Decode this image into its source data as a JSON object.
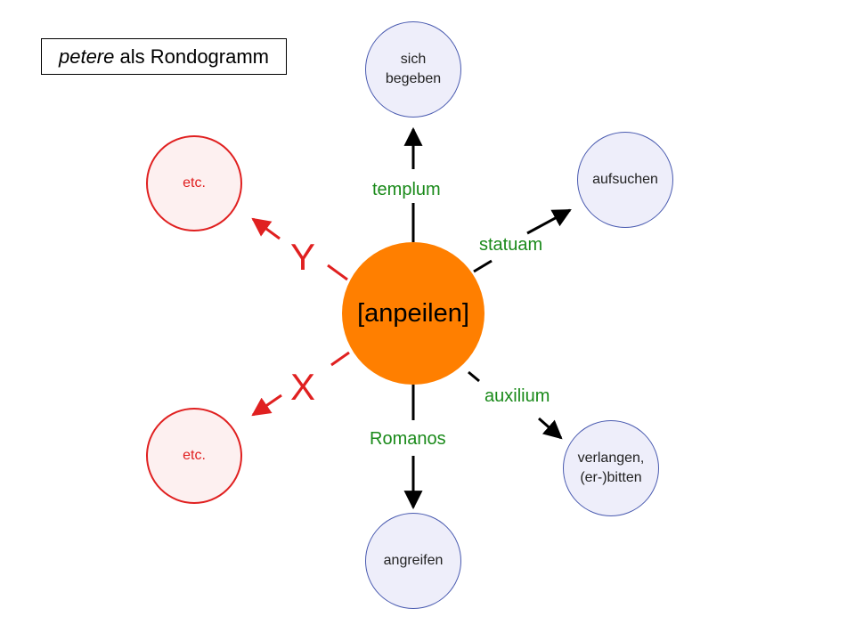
{
  "title": {
    "italic": "petere",
    "rest": " als Rondogramm"
  },
  "center": {
    "label": "[anpeilen]"
  },
  "objects": {
    "templum": "templum",
    "statuam": "statuam",
    "auxilium": "auxilium",
    "Romanos": "Romanos",
    "X": "X",
    "Y": "Y"
  },
  "meanings": {
    "top": {
      "line1": "sich",
      "line2": "begeben"
    },
    "upper_right": {
      "line1": "aufsuchen"
    },
    "lower_right": {
      "line1": "verlangen,",
      "line2": "(er-)bitten"
    },
    "bottom": {
      "line1": "angreifen"
    },
    "upper_left": {
      "line1": "etc."
    },
    "lower_left": {
      "line1": "etc."
    }
  },
  "colors": {
    "center": "#ff7f00",
    "object_label": "#1a8a1a",
    "other_branch": "#e02020",
    "meaning_fill": "#eeeefa",
    "meaning_border": "#4a5bb0"
  }
}
